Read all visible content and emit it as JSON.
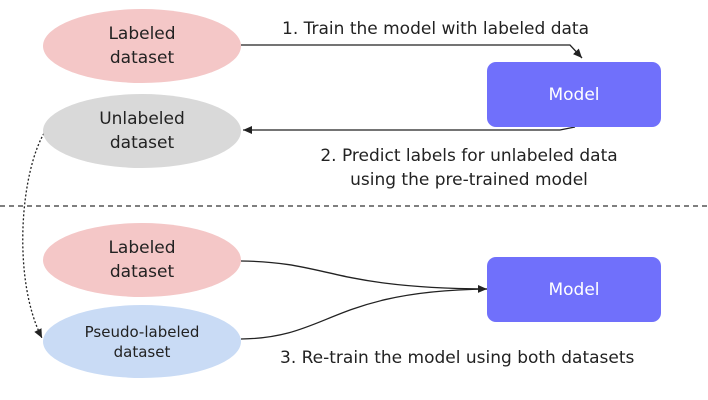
{
  "colors": {
    "labeled": "#f4c7c7",
    "unlabeled": "#d9d9d9",
    "pseudo": "#c9dbf5",
    "model": "#7070fb",
    "arrow": "#222222",
    "divider": "#333333"
  },
  "top": {
    "labeled": {
      "line1": "Labeled",
      "line2": "dataset"
    },
    "unlabeled": {
      "line1": "Unlabeled",
      "line2": "dataset"
    },
    "model": {
      "label": "Model"
    },
    "step1": "1. Train the model with labeled data",
    "step2": {
      "line1": "2. Predict labels for unlabeled data",
      "line2": "using the pre-trained model"
    }
  },
  "bottom": {
    "labeled": {
      "line1": "Labeled",
      "line2": "dataset"
    },
    "pseudo": {
      "line1": "Pseudo-labeled",
      "line2": "dataset"
    },
    "model": {
      "label": "Model"
    },
    "step3": "3. Re-train the model using both datasets"
  }
}
